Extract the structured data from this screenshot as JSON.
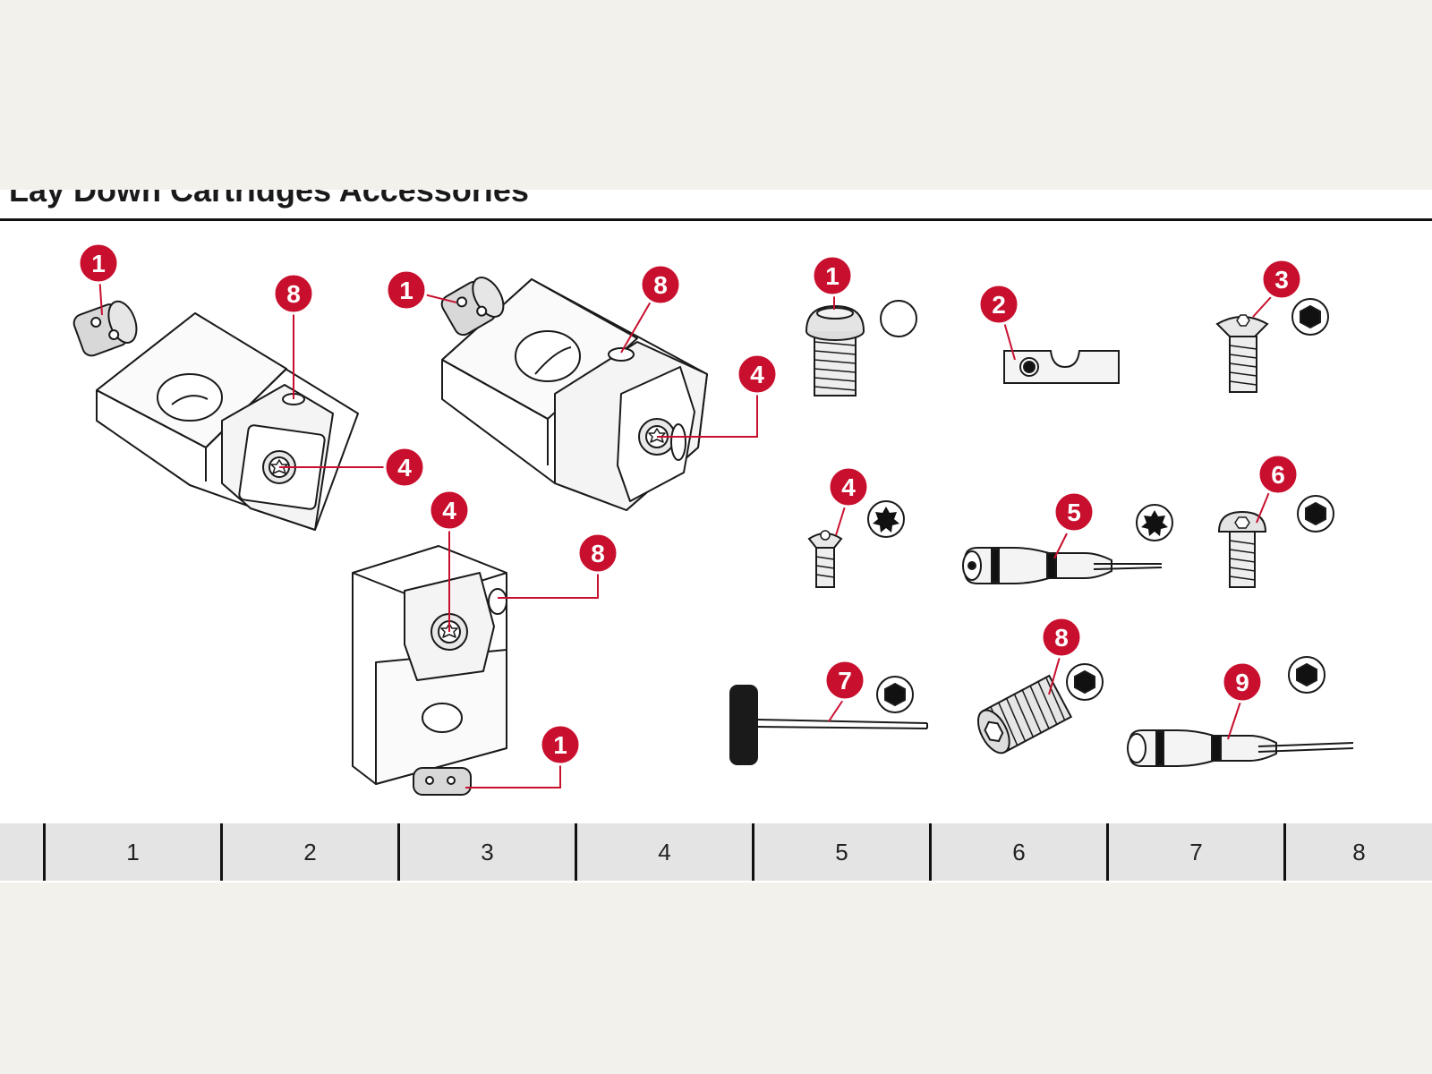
{
  "header": {
    "title": "t Lay Down Cartridges Accessories"
  },
  "callouts": {
    "a1": "1",
    "a8": "8",
    "a4": "4",
    "b1": "1",
    "b8": "8",
    "b4": "4",
    "c4": "4",
    "c8": "8",
    "c1": "1",
    "p1": "1",
    "p2": "2",
    "p3": "3",
    "p4": "4",
    "p5": "5",
    "p6": "6",
    "p7": "7",
    "p8": "8",
    "p9": "9"
  },
  "footer": {
    "cells": [
      "1",
      "2",
      "3",
      "4",
      "5",
      "6",
      "7",
      "8"
    ]
  },
  "colors": {
    "callout": "#c8102e",
    "line": "#c8102e",
    "ink": "#1a1a1a",
    "footer_bg": "#e4e4e4"
  }
}
